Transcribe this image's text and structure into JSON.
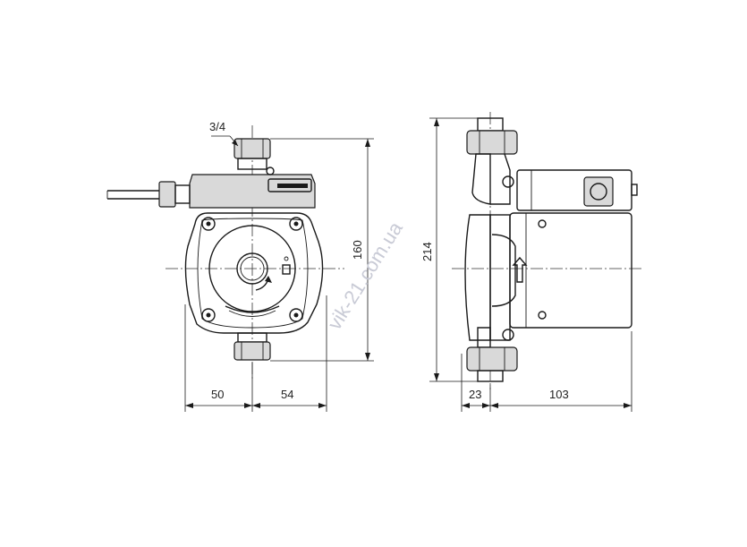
{
  "drawing": {
    "thread_label": "3/4",
    "front_view": {
      "width_left": "50",
      "width_right": "54",
      "height": "160"
    },
    "side_view": {
      "height": "214",
      "depth_left": "23",
      "depth_right": "103"
    },
    "watermark": "vik-21.com.ua"
  },
  "colors": {
    "line": "#1a1a1a",
    "watermark": "#c9cbd6"
  }
}
